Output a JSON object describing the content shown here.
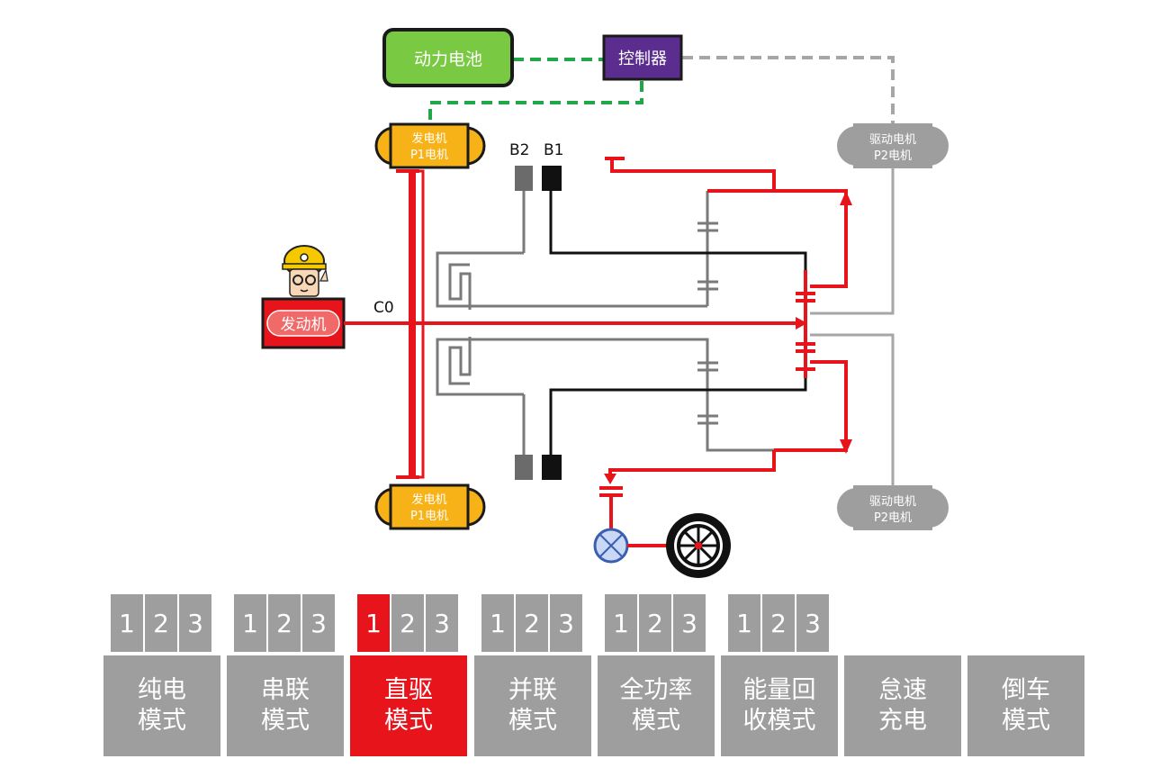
{
  "diagram": {
    "battery_label": "动力电池",
    "controller_label": "控制器",
    "generator_top_line1": "发电机",
    "generator_top_line2": "P1电机",
    "generator_bottom_line1": "发电机",
    "generator_bottom_line2": "P1电机",
    "drive_motor_top_line1": "驱动电机",
    "drive_motor_top_line2": "P2电机",
    "drive_motor_bottom_line1": "驱动电机",
    "drive_motor_bottom_line2": "P2电机",
    "engine_label": "发动机",
    "clutch_c0": "C0",
    "brake_b2": "B2",
    "brake_b1": "B1"
  },
  "colors": {
    "active_red": "#e8141b",
    "inactive_gray": "#9e9e9e",
    "battery_green": "#7ac943",
    "controller_purple": "#5b2d8e",
    "generator_yellow": "#f7b217",
    "dash_green": "#1fa847"
  },
  "modes": [
    {
      "line1": "纯电",
      "line2": "模式",
      "subs": [
        "1",
        "2",
        "3"
      ],
      "active": false,
      "active_sub": -1
    },
    {
      "line1": "串联",
      "line2": "模式",
      "subs": [
        "1",
        "2",
        "3"
      ],
      "active": false,
      "active_sub": -1
    },
    {
      "line1": "直驱",
      "line2": "模式",
      "subs": [
        "1",
        "2",
        "3"
      ],
      "active": true,
      "active_sub": 0
    },
    {
      "line1": "并联",
      "line2": "模式",
      "subs": [
        "1",
        "2",
        "3"
      ],
      "active": false,
      "active_sub": -1
    },
    {
      "line1": "全功率",
      "line2": "模式",
      "subs": [
        "1",
        "2",
        "3"
      ],
      "active": false,
      "active_sub": -1
    },
    {
      "line1": "能量回",
      "line2": "收模式",
      "subs": [
        "1",
        "2",
        "3"
      ],
      "active": false,
      "active_sub": -1
    },
    {
      "line1": "怠速",
      "line2": "充电",
      "subs": [],
      "active": false,
      "active_sub": -1
    },
    {
      "line1": "倒车",
      "line2": "模式",
      "subs": [],
      "active": false,
      "active_sub": -1
    }
  ]
}
